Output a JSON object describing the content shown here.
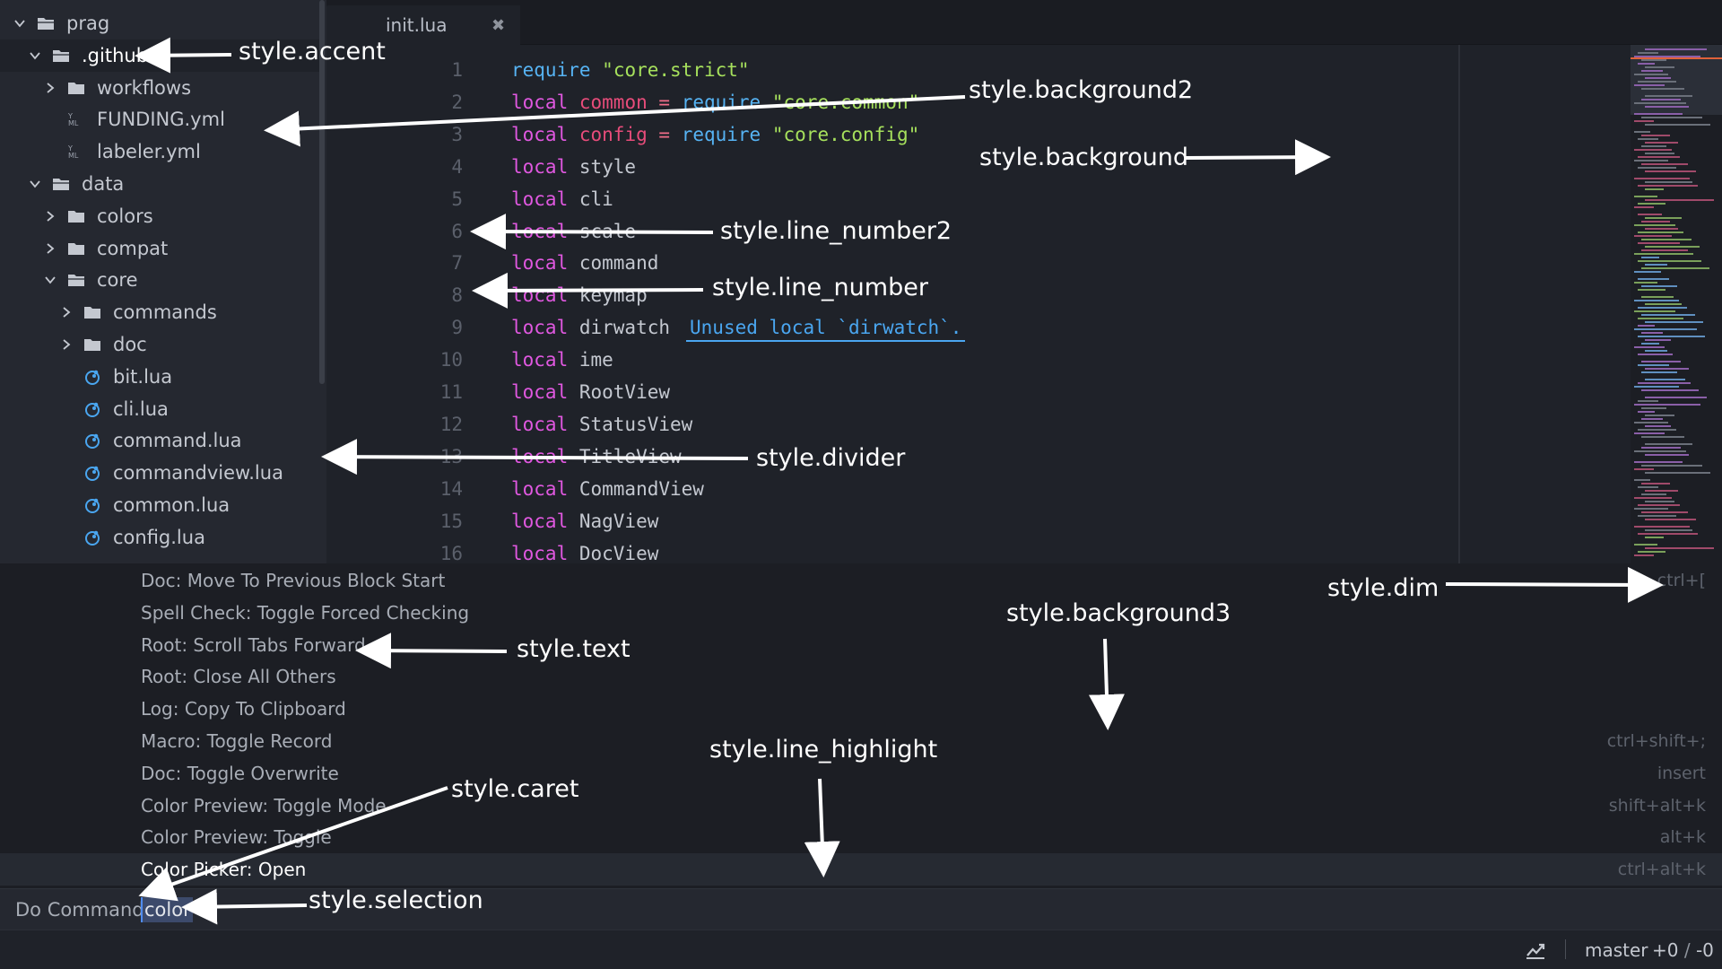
{
  "sidebar": {
    "items": [
      {
        "label": "prag",
        "icon": "folder-open-icon",
        "chevron": "down"
      },
      {
        "label": ".github",
        "icon": "folder-open-icon",
        "chevron": "down"
      },
      {
        "label": "workflows",
        "icon": "folder-icon",
        "chevron": "right"
      },
      {
        "label": "FUNDING.yml",
        "icon": "yaml-file-icon",
        "chevron": ""
      },
      {
        "label": "labeler.yml",
        "icon": "yaml-file-icon",
        "chevron": ""
      },
      {
        "label": "data",
        "icon": "folder-open-icon",
        "chevron": "down"
      },
      {
        "label": "colors",
        "icon": "folder-icon",
        "chevron": "right"
      },
      {
        "label": "compat",
        "icon": "folder-icon",
        "chevron": "right"
      },
      {
        "label": "core",
        "icon": "folder-open-icon",
        "chevron": "down"
      },
      {
        "label": "commands",
        "icon": "folder-icon",
        "chevron": "right"
      },
      {
        "label": "doc",
        "icon": "folder-icon",
        "chevron": "right"
      },
      {
        "label": "bit.lua",
        "icon": "lua-file-icon",
        "chevron": ""
      },
      {
        "label": "cli.lua",
        "icon": "lua-file-icon",
        "chevron": ""
      },
      {
        "label": "command.lua",
        "icon": "lua-file-icon",
        "chevron": ""
      },
      {
        "label": "commandview.lua",
        "icon": "lua-file-icon",
        "chevron": ""
      },
      {
        "label": "common.lua",
        "icon": "lua-file-icon",
        "chevron": ""
      },
      {
        "label": "config.lua",
        "icon": "lua-file-icon",
        "chevron": ""
      }
    ]
  },
  "tabs": [
    {
      "label": "init.lua",
      "close_glyph": "✖"
    }
  ],
  "editor": {
    "lines": [
      {
        "number": "1",
        "parts": [
          [
            "fn",
            "require"
          ],
          [
            "",
            " "
          ],
          [
            "str",
            "\"core.strict\""
          ]
        ]
      },
      {
        "number": "2",
        "parts": [
          [
            "kw",
            "local"
          ],
          [
            "",
            " "
          ],
          [
            "kw2",
            "common"
          ],
          [
            "",
            " "
          ],
          [
            "op",
            "="
          ],
          [
            "",
            " "
          ],
          [
            "fn",
            "require"
          ],
          [
            "",
            " "
          ],
          [
            "str",
            "\"core.common\""
          ]
        ]
      },
      {
        "number": "3",
        "parts": [
          [
            "kw",
            "local"
          ],
          [
            "",
            " "
          ],
          [
            "kw2",
            "config"
          ],
          [
            "",
            " "
          ],
          [
            "op",
            "="
          ],
          [
            "",
            " "
          ],
          [
            "fn",
            "require"
          ],
          [
            "",
            " "
          ],
          [
            "str",
            "\"core.config\""
          ]
        ]
      },
      {
        "number": "4",
        "parts": [
          [
            "kw",
            "local"
          ],
          [
            "",
            " style"
          ]
        ]
      },
      {
        "number": "5",
        "parts": [
          [
            "kw",
            "local"
          ],
          [
            "",
            " cli"
          ]
        ]
      },
      {
        "number": "6",
        "parts": [
          [
            "kw",
            "local"
          ],
          [
            "",
            " scale"
          ]
        ]
      },
      {
        "number": "7",
        "parts": [
          [
            "kw",
            "local"
          ],
          [
            "",
            " command"
          ]
        ]
      },
      {
        "number": "8",
        "parts": [
          [
            "kw",
            "local"
          ],
          [
            "",
            " keymap"
          ]
        ]
      },
      {
        "number": "9",
        "parts": [
          [
            "kw",
            "local"
          ],
          [
            "",
            " dirwatch"
          ]
        ],
        "hint": "Unused local `dirwatch`."
      },
      {
        "number": "10",
        "parts": [
          [
            "kw",
            "local"
          ],
          [
            "",
            " ime"
          ]
        ]
      },
      {
        "number": "11",
        "parts": [
          [
            "kw",
            "local"
          ],
          [
            "",
            " RootView"
          ]
        ]
      },
      {
        "number": "12",
        "parts": [
          [
            "kw",
            "local"
          ],
          [
            "",
            " StatusView"
          ]
        ]
      },
      {
        "number": "13",
        "parts": [
          [
            "kw",
            "local"
          ],
          [
            "",
            " TitleView"
          ]
        ]
      },
      {
        "number": "14",
        "parts": [
          [
            "kw",
            "local"
          ],
          [
            "",
            " CommandView"
          ]
        ]
      },
      {
        "number": "15",
        "parts": [
          [
            "kw",
            "local"
          ],
          [
            "",
            " NagView"
          ]
        ]
      },
      {
        "number": "16",
        "parts": [
          [
            "kw",
            "local"
          ],
          [
            "",
            " DocView"
          ]
        ]
      }
    ]
  },
  "palette": {
    "items": [
      {
        "label": "Doc: Move To Previous Block Start",
        "key": "ctrl+["
      },
      {
        "label": "Spell Check: Toggle Forced Checking",
        "key": ""
      },
      {
        "label": "Root: Scroll Tabs Forward",
        "key": ""
      },
      {
        "label": "Root: Close All Others",
        "key": ""
      },
      {
        "label": "Log: Copy To Clipboard",
        "key": ""
      },
      {
        "label": "Macro: Toggle Record",
        "key": "ctrl+shift+;"
      },
      {
        "label": "Doc: Toggle Overwrite",
        "key": "insert"
      },
      {
        "label": "Color Preview: Toggle Mode",
        "key": "shift+alt+k"
      },
      {
        "label": "Color Preview: Toggle",
        "key": "alt+k"
      },
      {
        "label": "Color Picker: Open",
        "key": "ctrl+alt+k",
        "highlighted": true
      }
    ]
  },
  "command_input": {
    "prompt": "Do Command:",
    "value": "color"
  },
  "statusbar": {
    "branch": "master",
    "added": "+0",
    "sep": "/",
    "removed": "-0"
  },
  "annotations": {
    "accent": "style.accent",
    "background2": "style.background2",
    "background": "style.background",
    "line_number2": "style.line_number2",
    "line_number": "style.line_number",
    "divider": "style.divider",
    "dim": "style.dim",
    "background3": "style.background3",
    "text": "style.text",
    "line_highlight": "style.line_highlight",
    "caret": "style.caret",
    "selection": "style.selection"
  },
  "colors": {
    "background": "#1f2229",
    "background2": "#252830",
    "background3": "#1c1e24",
    "accent": "#ffffff",
    "keyword": "#e058e0",
    "string": "#a6e05c",
    "function": "#56b3f3",
    "line_number": "#5b606b",
    "caret": "#4f8cf0",
    "selection": "#3c4a6b"
  }
}
